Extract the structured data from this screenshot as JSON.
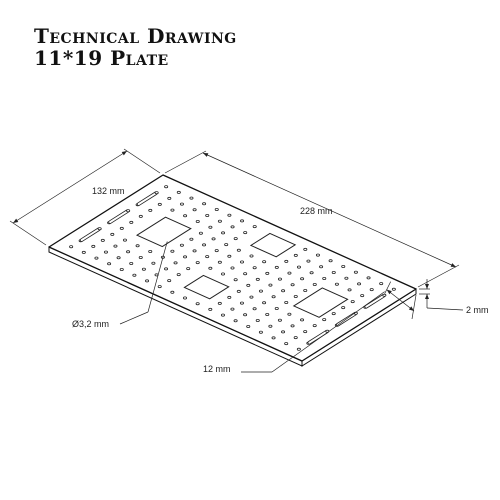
{
  "title": {
    "line1": "Technical Drawing",
    "line2": "11*19 Plate"
  },
  "dimensions": {
    "width": "132 mm",
    "length": "228 mm",
    "thickness": "2 mm",
    "hole_diameter": "Ø3,2 mm",
    "hole_spacing": "12 mm"
  },
  "plate": {
    "rows": 11,
    "columns": 19
  }
}
